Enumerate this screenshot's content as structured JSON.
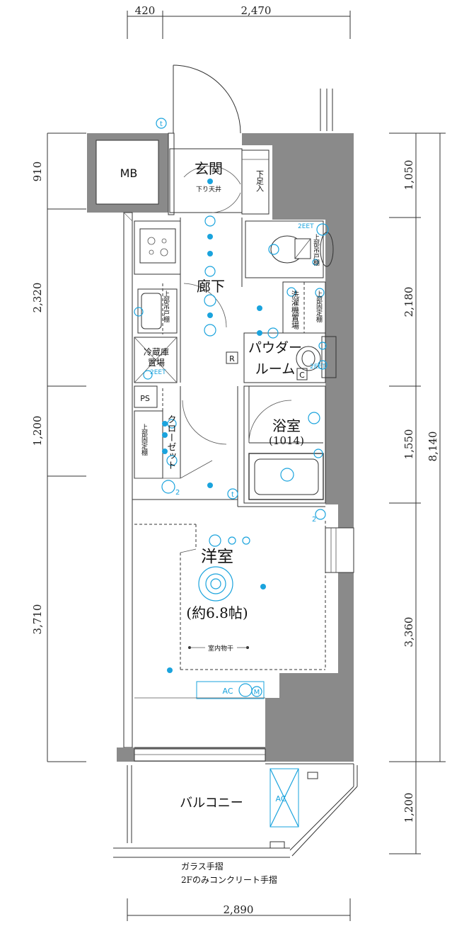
{
  "dimensions": {
    "top": [
      "420",
      "2,470"
    ],
    "left": [
      "910",
      "2,320",
      "1,200",
      "3,710"
    ],
    "right": [
      "1,050",
      "2,180",
      "1,550",
      "3,360",
      "1,200"
    ],
    "right_total": "8,140",
    "bottom": "2,890"
  },
  "rooms": {
    "mb": "MB",
    "entrance": "玄関",
    "entrance_note": "下り天井",
    "shoe_box": "下足入",
    "hallway": "廊下",
    "powder_room_1": "パウダー",
    "powder_room_2": "ルーム",
    "bath": "浴室",
    "bath_size": "(1014)",
    "western_room": "洋室",
    "western_room_size": "(約6.8帖)",
    "balcony": "バルコニー",
    "fridge_1": "冷蔵庫",
    "fridge_2": "置場",
    "ps": "PS",
    "closet": "クローゼット",
    "upper_cabinet_kitchen": "上部吊戸棚",
    "upper_cabinet_toilet": "上部吊戸棚",
    "upper_shelf_closet": "上部固定棚",
    "upper_shelf_laundry": "上部固定棚",
    "laundry": "洗濯機置場",
    "indoor_dryer": "室内物干"
  },
  "labels": {
    "ac_room": "AC",
    "ac_balcony": "AC",
    "outlet_2eet_1": "2EET",
    "outlet_2eet_2": "2EET",
    "outlet_2eet_3": "2EET",
    "r": "R",
    "c": "C",
    "t_top": "t",
    "t_mid": "t",
    "m": "M",
    "num2_a": "2",
    "num2_b": "2"
  },
  "notes": {
    "railing_1": "ガラス手摺",
    "railing_2": "2Fのみコンクリート手摺"
  }
}
